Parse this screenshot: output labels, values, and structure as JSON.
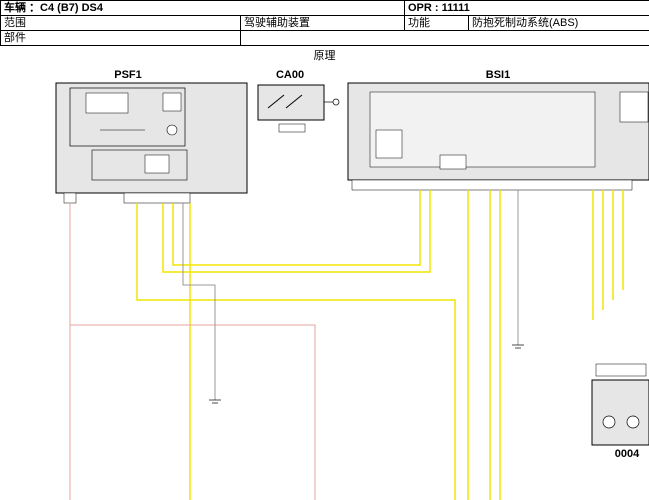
{
  "header": {
    "vehicle_label": "车辆 ：C4 (B7) DS4",
    "opr_label": "OPR : 11111",
    "scope_label": "范围",
    "scope_value": "驾驶辅助装置",
    "function_label": "功能",
    "function_value": "防抱死制动系统(ABS)",
    "part_label": "部件"
  },
  "diagram": {
    "title": "原理",
    "components": {
      "psf1": "PSF1",
      "ca00": "CA00",
      "bsi1": "BSI1",
      "c0004": "0004"
    }
  },
  "colors": {
    "yellow_wire": "#f0e600",
    "pink_wire": "#e7a3a3",
    "grey_wire": "#999999",
    "red_label": "#e00000",
    "green_label": "#1f8a2a",
    "box_fill": "#e6e6e6"
  }
}
